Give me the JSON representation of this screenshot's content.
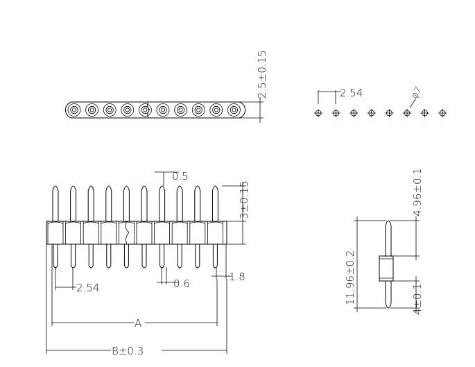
{
  "dimensions": {
    "top_height": "2.5±0.15",
    "top_pitch": "2.54",
    "hole_dia": "φ7",
    "pin_tip": "0.5",
    "pin_above": "3±0.15",
    "pitch_front": "2.54",
    "pin_dia": "0.6",
    "body_depth": "1.8",
    "dim_a": "A",
    "dim_b": "B±0.3",
    "side_total": "11.96±0.2",
    "side_top": "4.96±0.1",
    "side_bottom": "4±0.1"
  }
}
